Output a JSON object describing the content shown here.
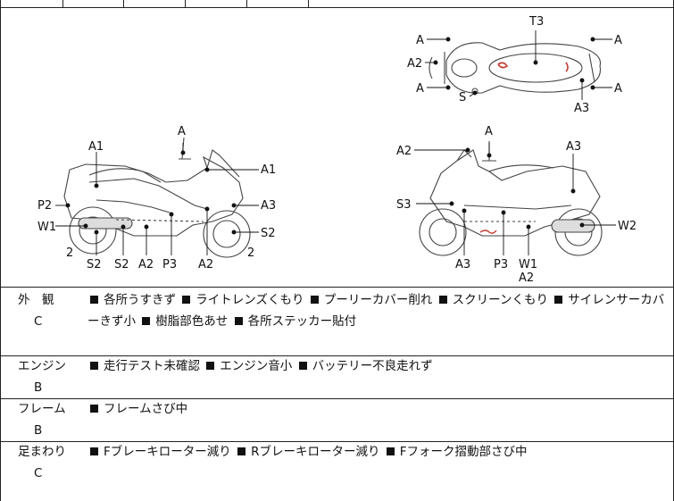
{
  "diagram": {
    "left_bike": {
      "labels": [
        "A",
        "A1",
        "A1",
        "P2",
        "A3",
        "W1",
        "S2",
        "2",
        "S2",
        "S2",
        "A2",
        "P3",
        "A2",
        "2"
      ]
    },
    "right_bike": {
      "labels": [
        "A",
        "A2",
        "A3",
        "S3",
        "W2",
        "A3",
        "P3",
        "W1",
        "A2"
      ]
    },
    "top_view": {
      "labels": [
        "T3",
        "A",
        "A",
        "A2",
        "A",
        "A",
        "S",
        "A3"
      ]
    }
  },
  "rows": [
    {
      "category": "外　観",
      "grade": "C",
      "notes": [
        "各所うすきず",
        "ライトレンズくもり",
        "プーリーカバー削れ",
        "スクリーンくもり",
        "サイレンサーカバーきず小",
        "樹脂部色あせ",
        "各所ステッカー貼付"
      ]
    },
    {
      "category": "エンジン",
      "grade": "B",
      "notes": [
        "走行テスト未確認",
        "エンジン音小",
        "バッテリー不良走れず"
      ]
    },
    {
      "category": "フレーム",
      "grade": "B",
      "notes": [
        "フレームさび中"
      ]
    },
    {
      "category": "足まわり",
      "grade": "C",
      "notes": [
        "Fブレーキローター減り",
        "Rブレーキローター減り",
        "Fフォーク摺動部さび中"
      ]
    }
  ]
}
